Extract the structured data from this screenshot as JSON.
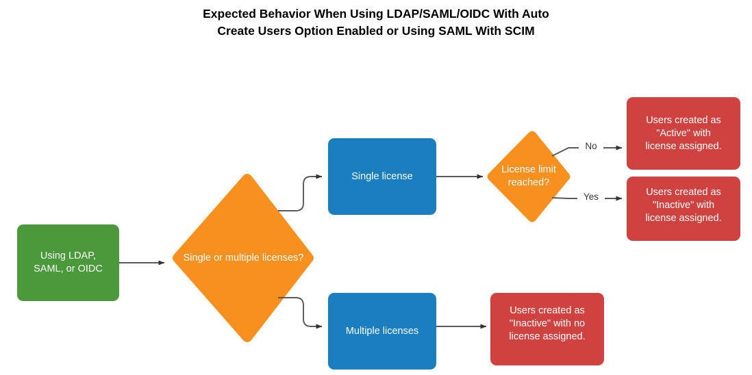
{
  "title": {
    "line1": "Expected Behavior When Using LDAP/SAML/OIDC With Auto",
    "line2": "Create Users Option Enabled or Using SAML With SCIM"
  },
  "colors": {
    "start": "#4A9A3C",
    "decision": "#F7901E",
    "process": "#1B7FBF",
    "outcome": "#D0423F",
    "connector": "#595959",
    "text_on_shape": "#FFFFFF",
    "title_text": "#000000",
    "background": "#FFFFFF"
  },
  "nodes": [
    {
      "id": "start",
      "shape": "rounded-rect",
      "kind": "start",
      "label": "Using LDAP,\nSAML, or OIDC"
    },
    {
      "id": "decision-license-count",
      "shape": "diamond",
      "kind": "decision",
      "label": "Single or multiple licenses?"
    },
    {
      "id": "single-license",
      "shape": "rounded-rect",
      "kind": "process",
      "label": "Single license"
    },
    {
      "id": "multiple-licenses",
      "shape": "rounded-rect",
      "kind": "process",
      "label": "Multiple licenses"
    },
    {
      "id": "decision-license-limit",
      "shape": "diamond",
      "kind": "decision",
      "label": "License limit\nreached?"
    },
    {
      "id": "outcome-active",
      "shape": "rounded-rect",
      "kind": "outcome",
      "label": "Users created as\n\"Active\" with\nlicense assigned."
    },
    {
      "id": "outcome-inactive-with-license",
      "shape": "rounded-rect",
      "kind": "outcome",
      "label": "Users created as\n\"Inactive\" with\nlicense assigned."
    },
    {
      "id": "outcome-inactive-no-license",
      "shape": "rounded-rect",
      "kind": "outcome",
      "label": "Users created as\n\"Inactive\" with no\nlicense assigned."
    }
  ],
  "edges": [
    {
      "id": "start-to-decision",
      "from": "start",
      "to": "decision-license-count",
      "label": ""
    },
    {
      "id": "decision-to-single",
      "from": "decision-license-count",
      "to": "single-license",
      "label": ""
    },
    {
      "id": "decision-to-multiple",
      "from": "decision-license-count",
      "to": "multiple-licenses",
      "label": ""
    },
    {
      "id": "single-to-limit",
      "from": "single-license",
      "to": "decision-license-limit",
      "label": ""
    },
    {
      "id": "limit-no",
      "from": "decision-license-limit",
      "to": "outcome-active",
      "label": "No"
    },
    {
      "id": "limit-yes",
      "from": "decision-license-limit",
      "to": "outcome-inactive-with-license",
      "label": "Yes"
    },
    {
      "id": "multiple-to-outcome",
      "from": "multiple-licenses",
      "to": "outcome-inactive-no-license",
      "label": ""
    }
  ]
}
